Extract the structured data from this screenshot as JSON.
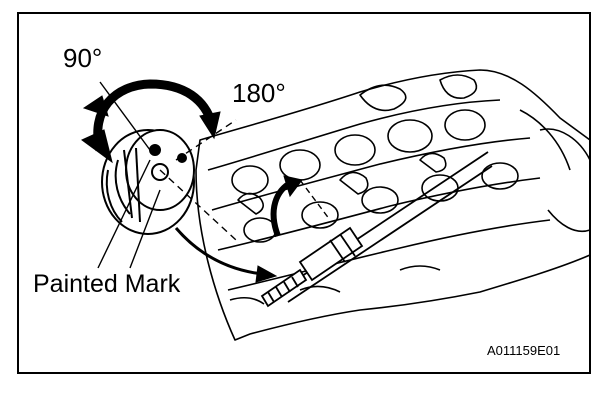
{
  "figure": {
    "angle_90": "90°",
    "angle_180": "180°",
    "painted_mark_label": "Painted Mark",
    "figure_code": "A011159E01"
  },
  "colors": {
    "ink": "#000000",
    "paper": "#ffffff"
  }
}
